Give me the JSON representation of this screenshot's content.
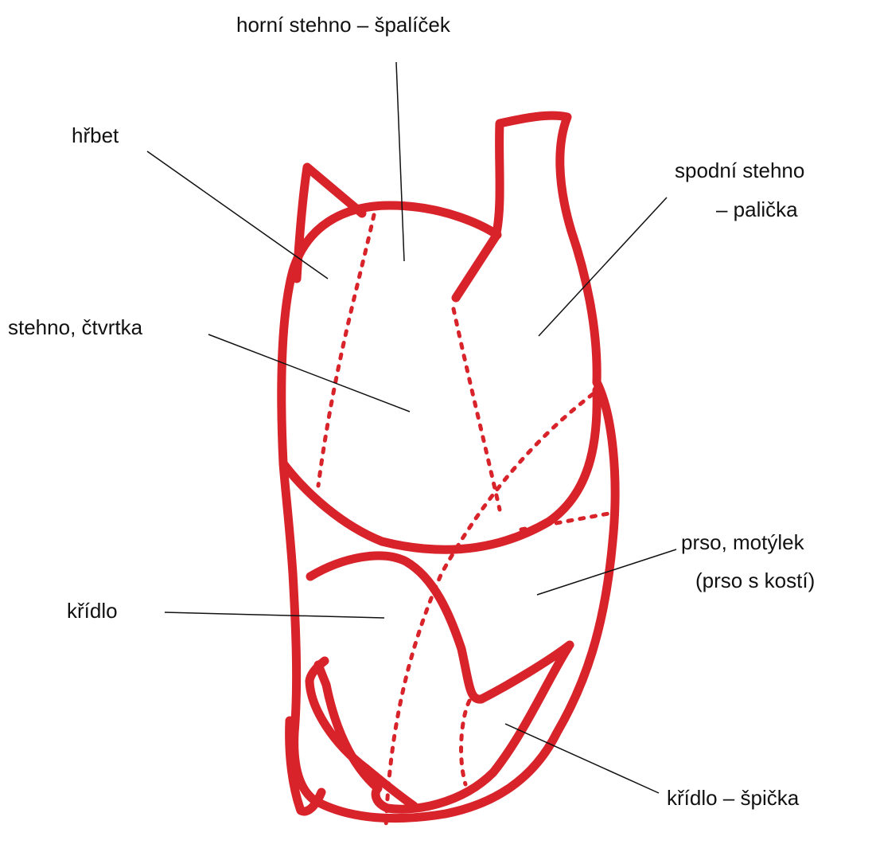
{
  "colors": {
    "outline": "#d8232a",
    "leader": "#111111",
    "text": "#111111",
    "background": "#ffffff"
  },
  "labels": {
    "horni_stehno": "horní stehno – špalíček",
    "hrbet": "hřbet",
    "spodni_stehno_line1": "spodní stehno",
    "spodni_stehno_line2": "– palička",
    "stehno_ctvrtka": "stehno, čtvrtka",
    "prso_line1": "prso, motýlek",
    "prso_line2": "(prso s kostí)",
    "kridlo": "křídlo",
    "kridlo_spicka": "křídlo – špička"
  }
}
